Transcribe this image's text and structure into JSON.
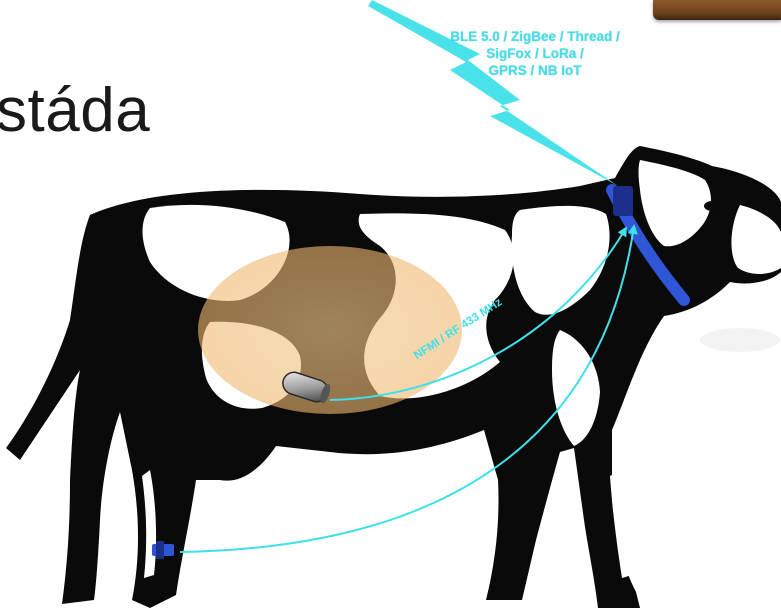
{
  "slide": {
    "title": "stáda"
  },
  "diagram": {
    "radio_label_lines": [
      "BLE 5.0 / ZigBee / Thread /",
      "SigFox / LoRa /",
      "GPRS / NB IoT"
    ],
    "nfmi_label": "NFMI / RF 433 MHz"
  },
  "colors": {
    "signal": "#3fe0ea",
    "collar": "#2f56d6",
    "rumen_highlight": "#f4c98b",
    "cow_black": "#0a0a0a"
  },
  "icons": {
    "lightning": "lightning-bolt-icon",
    "bolus": "rumen-bolus-sensor-icon",
    "collar": "neck-collar-sensor-icon",
    "leg_tag": "leg-tag-sensor-icon"
  }
}
